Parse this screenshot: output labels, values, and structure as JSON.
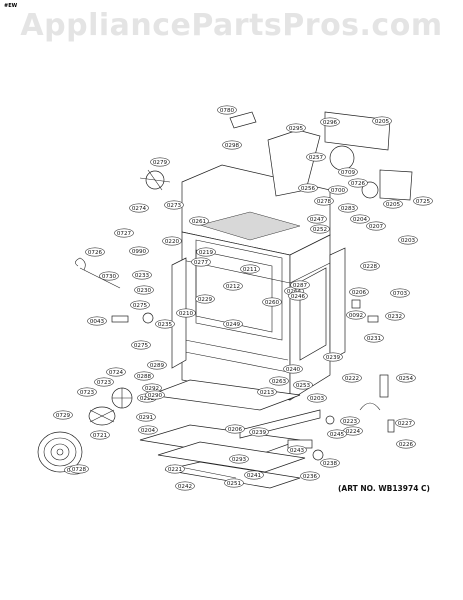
{
  "header": {
    "corner_tag": "#EW",
    "watermark": "AppliancePartsPros.com"
  },
  "footer": {
    "art_no": "(ART NO. WB13974 C)"
  },
  "callouts": [
    "0780",
    "0298",
    "0295",
    "0296",
    "0205",
    "0257",
    "0279",
    "0709",
    "0726",
    "0256",
    "0700",
    "0205",
    "0274",
    "0273",
    "0278",
    "0283",
    "0725",
    "0261",
    "0247",
    "0204",
    "0727",
    "0252",
    "0207",
    "0203",
    "0220",
    "0219",
    "0990",
    "0233",
    "0277",
    "0211",
    "0228",
    "0726",
    "0730",
    "0264",
    "0287",
    "0230",
    "0212",
    "0206",
    "0703",
    "0246",
    "0260",
    "0229",
    "0275",
    "0092",
    "0232",
    "0210",
    "0043",
    "0235",
    "0249",
    "0231",
    "0275",
    "0289",
    "0239",
    "0288",
    "0724",
    "0240",
    "0254",
    "0723",
    "0263",
    "0222",
    "0292",
    "0222",
    "0213",
    "0290",
    "0253",
    "0203",
    "0723",
    "0223",
    "0227",
    "0291",
    "0206",
    "0224",
    "0729",
    "0721",
    "0204",
    "0245",
    "0226",
    "0239",
    "0293",
    "0243",
    "0238",
    "0721",
    "0221",
    "0241",
    "0236",
    "0728",
    "0242",
    "0251"
  ]
}
